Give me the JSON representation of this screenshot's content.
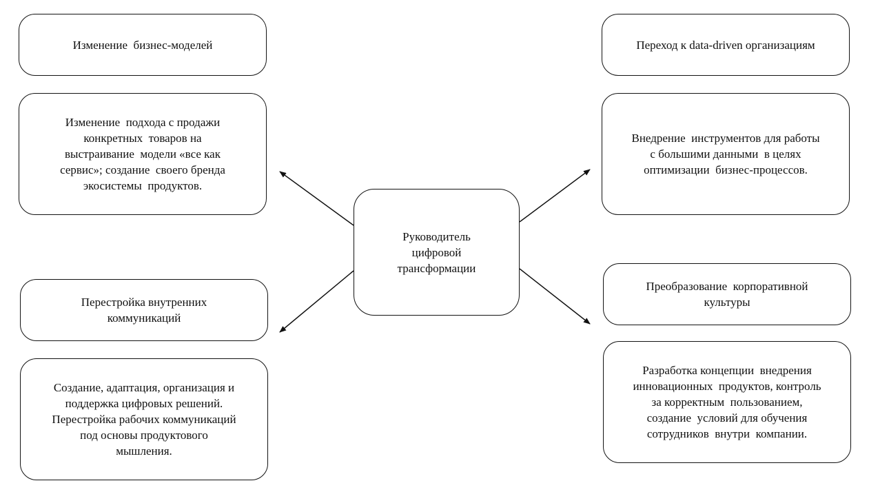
{
  "center": {
    "lines": [
      "Руководитель",
      "цифровой",
      "трансформации"
    ]
  },
  "top_left": {
    "title": [
      "Изменение  бизнес-моделей"
    ],
    "description": [
      "Изменение  подхода с продажи",
      "конкретных  товаров на",
      "выстраивание  модели «все как",
      "сервис»; создание  своего бренда",
      "экосистемы  продуктов."
    ]
  },
  "bottom_left": {
    "title": [
      "Перестройка внутренних",
      "коммуникаций"
    ],
    "description": [
      "Создание, адаптация, организация и",
      "поддержка цифровых решений.",
      "Перестройка рабочих коммуникаций",
      "под основы продуктового",
      "мышления."
    ]
  },
  "top_right": {
    "title": [
      "Переход к data-driven организациям"
    ],
    "description": [
      "Внедрение  инструментов для работы",
      "с большими данными  в целях",
      "оптимизации  бизнес-процессов."
    ]
  },
  "bottom_right": {
    "title": [
      "Преобразование  корпоративной",
      "культуры"
    ],
    "description": [
      "Разработка концепции  внедрения",
      "инновационных  продуктов, контроль",
      "за корректным  пользованием,",
      "создание  условий для обучения",
      "сотрудников  внутри  компании."
    ]
  }
}
